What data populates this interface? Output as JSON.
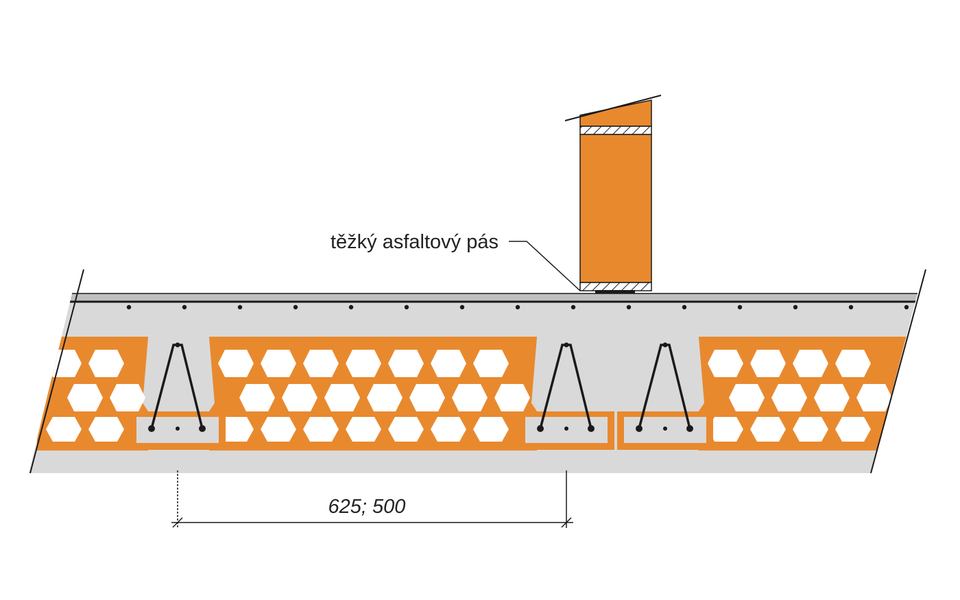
{
  "drawing": {
    "callout_label": "těžký asfaltový pás",
    "dimension_label": "625; 500"
  },
  "colors": {
    "brick": "#E8892E",
    "concrete": "#D9D9D9",
    "line": "#1A1A1A",
    "paper": "#FFFFFF"
  },
  "elements": {
    "wall": "brick wall on ceiling",
    "slab": "concrete topping with reinforcement",
    "inserts": "hollow ceramic ceiling inserts",
    "beams": "reinforced ceiling beams with lattice girders"
  }
}
